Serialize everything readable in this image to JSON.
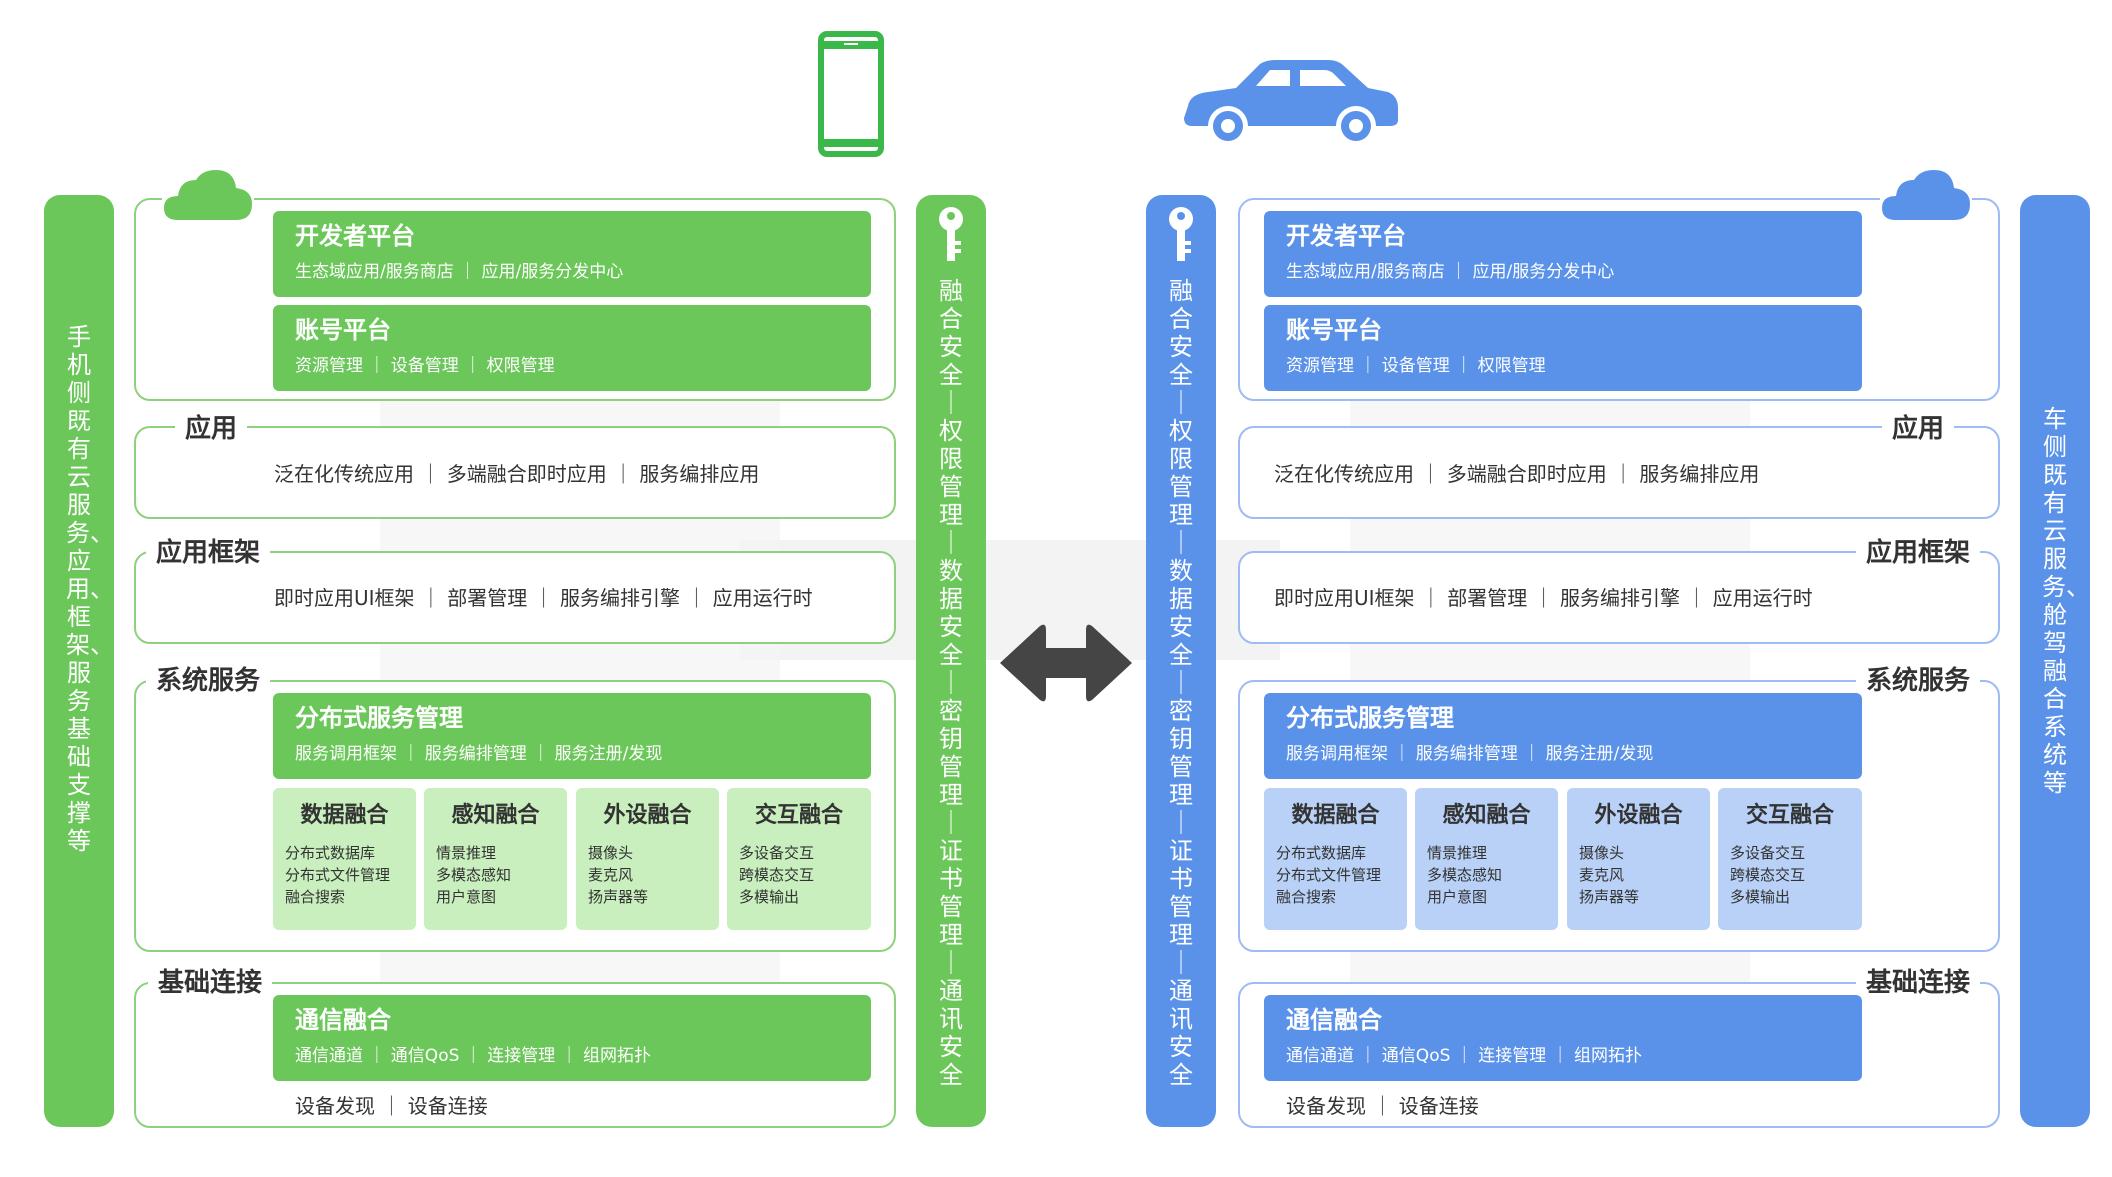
{
  "colors": {
    "green": "#6cc75a",
    "green_light": "#c8efbd",
    "blue": "#5b92e9",
    "blue_light": "#b9d1f7",
    "arrow": "#454545"
  },
  "icons": {
    "device_left": "smartphone-icon",
    "device_right": "car-icon",
    "cloud": "cloud-icon",
    "key": "key-icon",
    "arrow": "double-arrow-icon"
  },
  "left_side_label": "手机侧 既有云服务、应用、框架、服务 基础支撑等",
  "right_side_label": "车侧 既有云服务、舱驾融合系统等",
  "security_label": "融合安全｜权限管理｜数据安全｜密钥管理｜证书管理｜通讯安全",
  "stack": {
    "developer_platform": {
      "title": "开发者平台",
      "subtitle": "生态域应用/服务商店 ｜ 应用/服务分发中心"
    },
    "account_platform": {
      "title": "账号平台",
      "subtitle": "资源管理 ｜ 设备管理 ｜ 权限管理"
    },
    "app": {
      "label": "应用",
      "content": "泛在化传统应用 ｜ 多端融合即时应用 ｜ 服务编排应用"
    },
    "framework": {
      "label": "应用框架",
      "content": "即时应用UI框架 ｜ 部署管理 ｜ 服务编排引擎 ｜ 应用运行时"
    },
    "system_services": {
      "label": "系统服务",
      "distributed": {
        "title": "分布式服务管理",
        "subtitle": "服务调用框架 ｜ 服务编排管理 ｜ 服务注册/发现"
      },
      "fusions": [
        {
          "title": "数据融合",
          "lines": [
            "分布式数据库",
            "分布式文件管理",
            "融合搜索"
          ]
        },
        {
          "title": "感知融合",
          "lines": [
            "情景推理",
            "多模态感知",
            "用户意图"
          ]
        },
        {
          "title": "外设融合",
          "lines": [
            "摄像头",
            "麦克风",
            "扬声器等"
          ]
        },
        {
          "title": "交互融合",
          "lines": [
            "多设备交互",
            "跨模态交互",
            "多模输出"
          ]
        }
      ]
    },
    "basic_connection": {
      "label": "基础连接",
      "comm": {
        "title": "通信融合",
        "subtitle": "通信通道 ｜ 通信QoS ｜ 连接管理 ｜ 组网拓扑"
      },
      "content": "设备发现 ｜ 设备连接"
    }
  }
}
